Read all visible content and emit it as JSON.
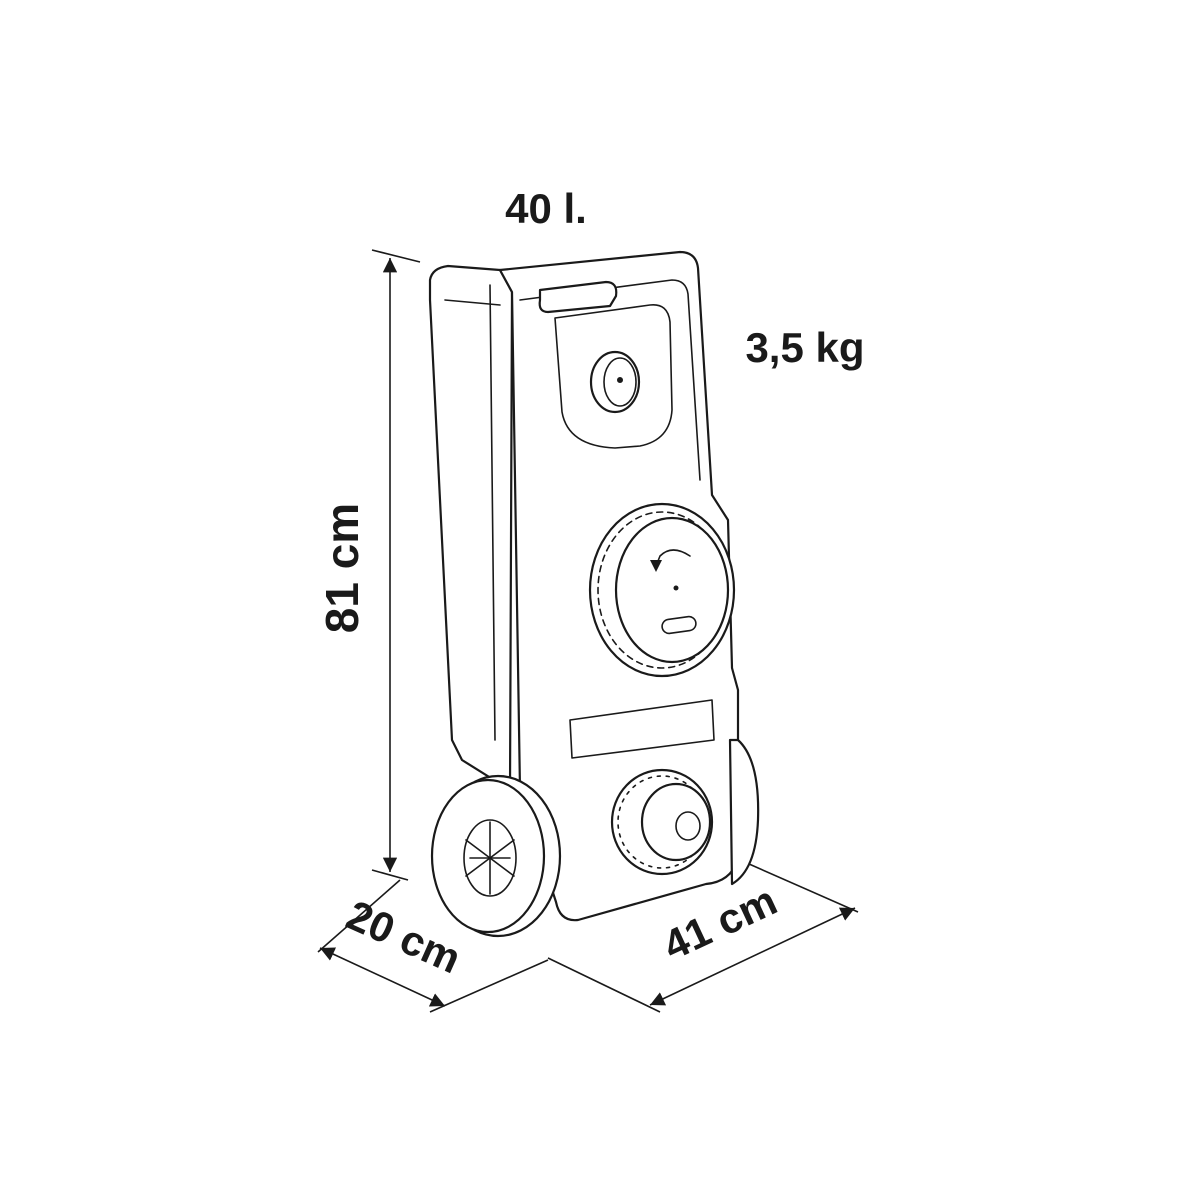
{
  "labels": {
    "capacity": "40 l.",
    "weight": "3,5 kg",
    "height": "81 cm",
    "depth": "20 cm",
    "width": "41 cm"
  },
  "colors": {
    "line": "#1a1a1a",
    "background": "#ffffff"
  },
  "icons": {
    "cap_arrow": "curved-arrow-icon"
  }
}
